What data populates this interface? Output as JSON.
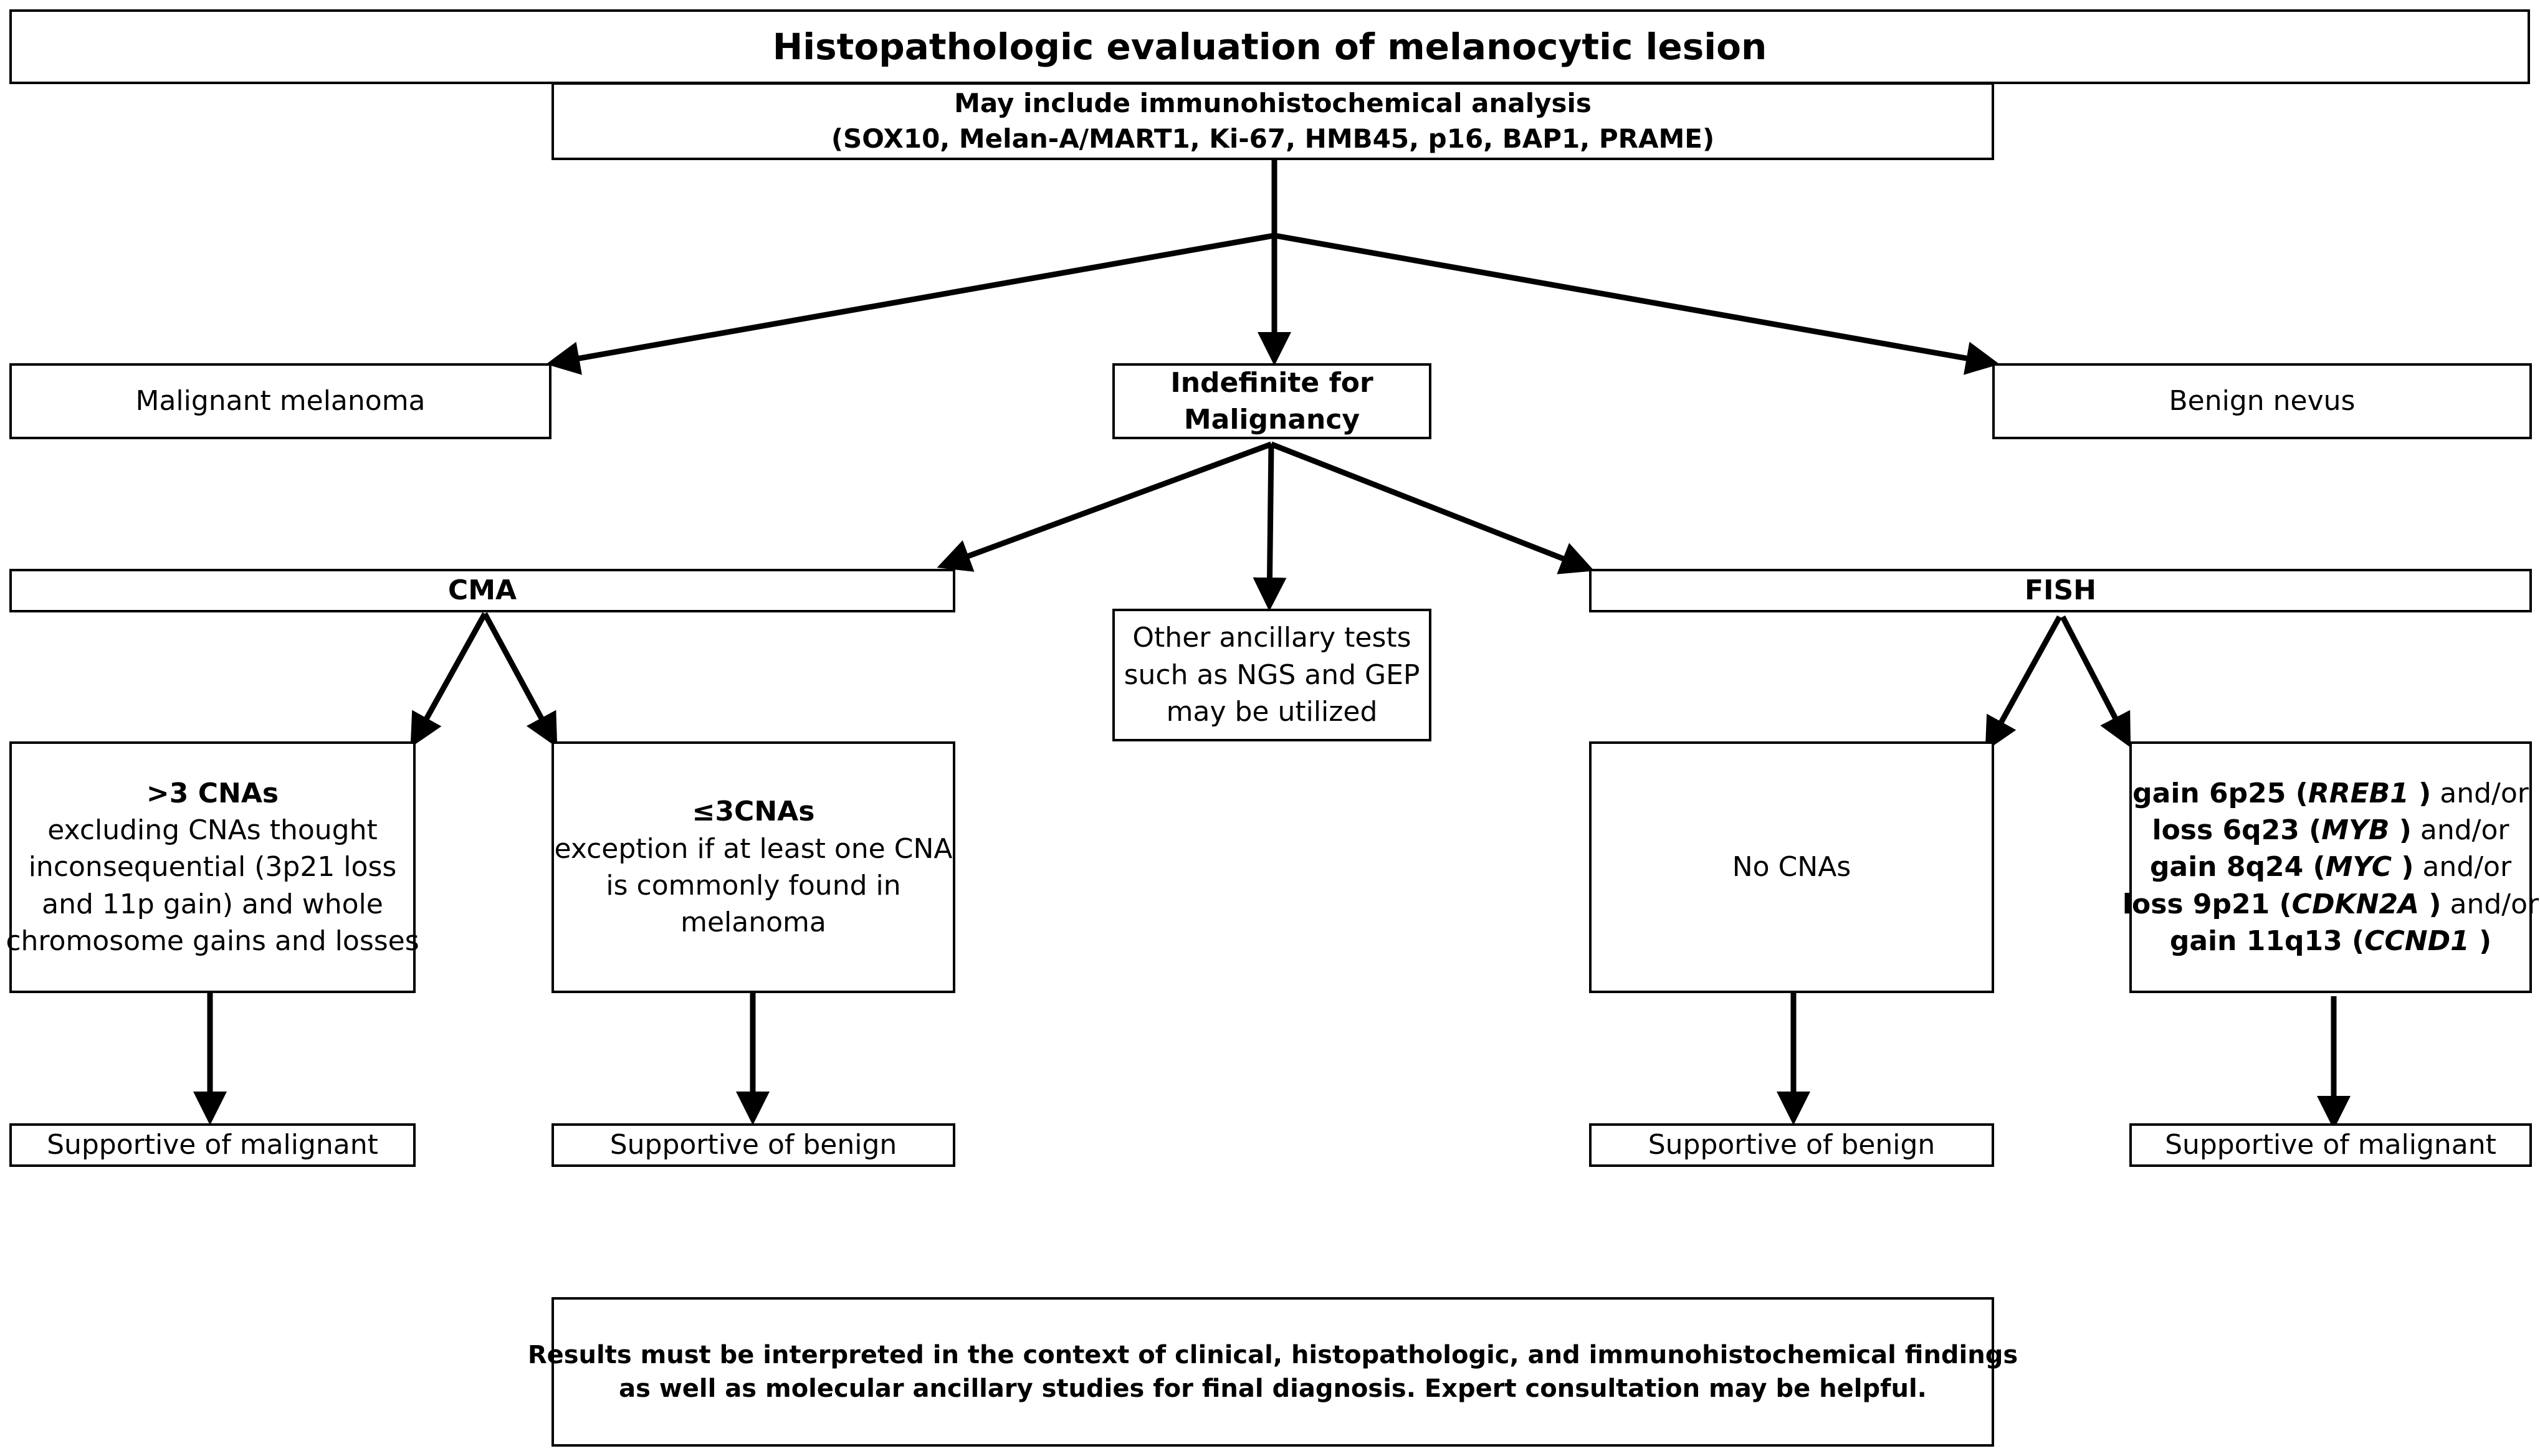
{
  "title": "Histopathologic evaluation of melanocytic lesion",
  "ihc": {
    "line1": "May include immunohistochemical analysis",
    "line2": "(SOX10, Melan-A/MART1, Ki-67, HMB45, p16, BAP1, PRAME)"
  },
  "outcomes": {
    "malignant": "Malignant melanoma",
    "indefinite_line1": "Indefinite for",
    "indefinite_line2": "Malignancy",
    "benign": "Benign nevus"
  },
  "cma": {
    "label": "CMA",
    "gt3": {
      "heading": ">3 CNAs",
      "lines": [
        "excluding CNAs thought",
        "inconsequential (3p21 loss",
        "and 11p gain) and whole",
        "chromosome gains and losses"
      ]
    },
    "le3": {
      "heading": "≤3CNAs",
      "lines": [
        "exception if at least one CNA",
        "is commonly found in",
        "melanoma"
      ]
    },
    "result_gt3": "Supportive of malignant",
    "result_le3": "Supportive of benign"
  },
  "other": {
    "lines": [
      "Other ancillary tests",
      "such as NGS and GEP",
      "may be utilized"
    ]
  },
  "fish": {
    "label": "FISH",
    "no_cna": "No CNAs",
    "findings": [
      {
        "prefix": "gain 6p25 (",
        "gene": "RREB1",
        "suffix": " )",
        "conj": " and/or"
      },
      {
        "prefix": "loss 6q23 (",
        "gene": "MYB",
        "suffix": " )",
        "conj": " and/or"
      },
      {
        "prefix": "gain 8q24 (",
        "gene": "MYC",
        "suffix": " )",
        "conj": " and/or"
      },
      {
        "prefix": "loss 9p21 (",
        "gene": "CDKN2A",
        "suffix": " )",
        "conj": " and/or"
      },
      {
        "prefix": "gain 11q13 (",
        "gene": "CCND1",
        "suffix": " )",
        "conj": ""
      }
    ],
    "result_none": "Supportive of benign",
    "result_findings": "Supportive of malignant"
  },
  "note": {
    "line1": "Results must be interpreted in the context of clinical, histopathologic, and immunohistochemical findings",
    "line2": "as well as molecular ancillary studies for final diagnosis. Expert consultation may be helpful."
  }
}
